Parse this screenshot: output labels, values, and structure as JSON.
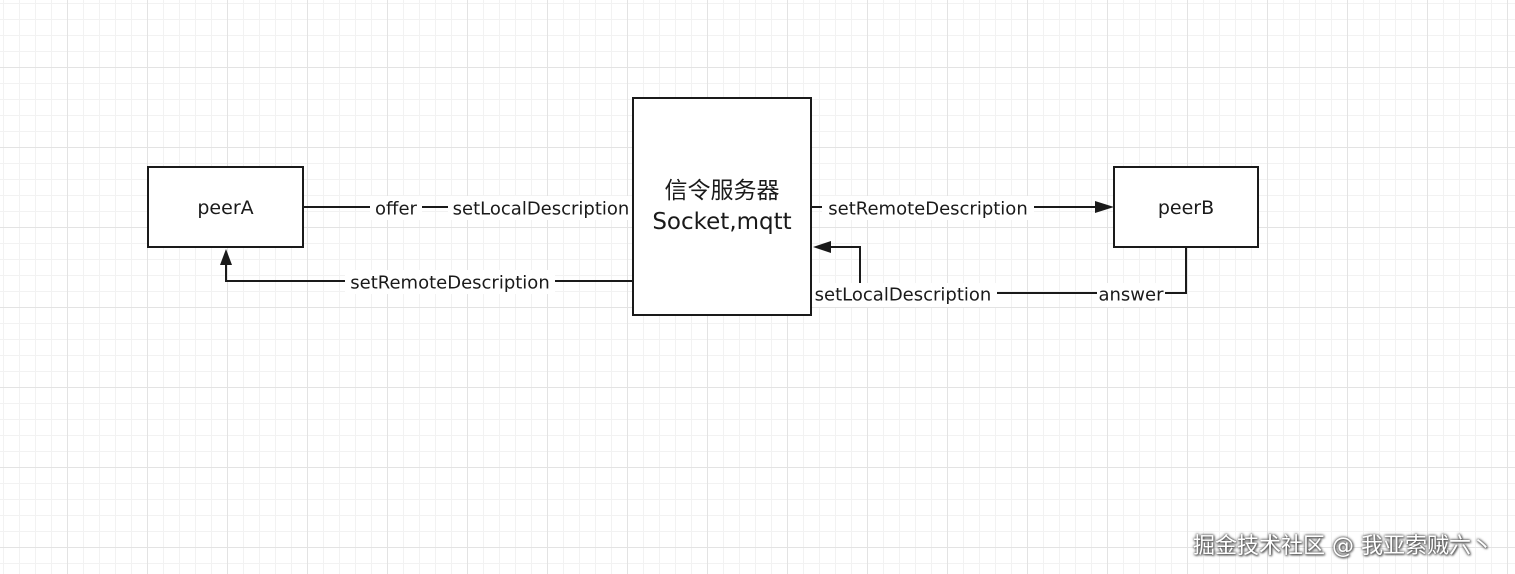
{
  "nodes": {
    "peer_a": "peerA",
    "server_line1": "信令服务器",
    "server_line2": "Socket,mqtt",
    "peer_b": "peerB"
  },
  "edges": {
    "a_to_server": {
      "label_1": "offer",
      "label_2": "setLocalDescription"
    },
    "server_to_a": {
      "label": "setRemoteDescription"
    },
    "server_to_b": {
      "label": "setRemoteDescription"
    },
    "b_to_server": {
      "label_1": "setLocalDescription",
      "label_2": "answer"
    }
  },
  "watermark": "掘金技术社区 @ 我亚索贼六丶"
}
